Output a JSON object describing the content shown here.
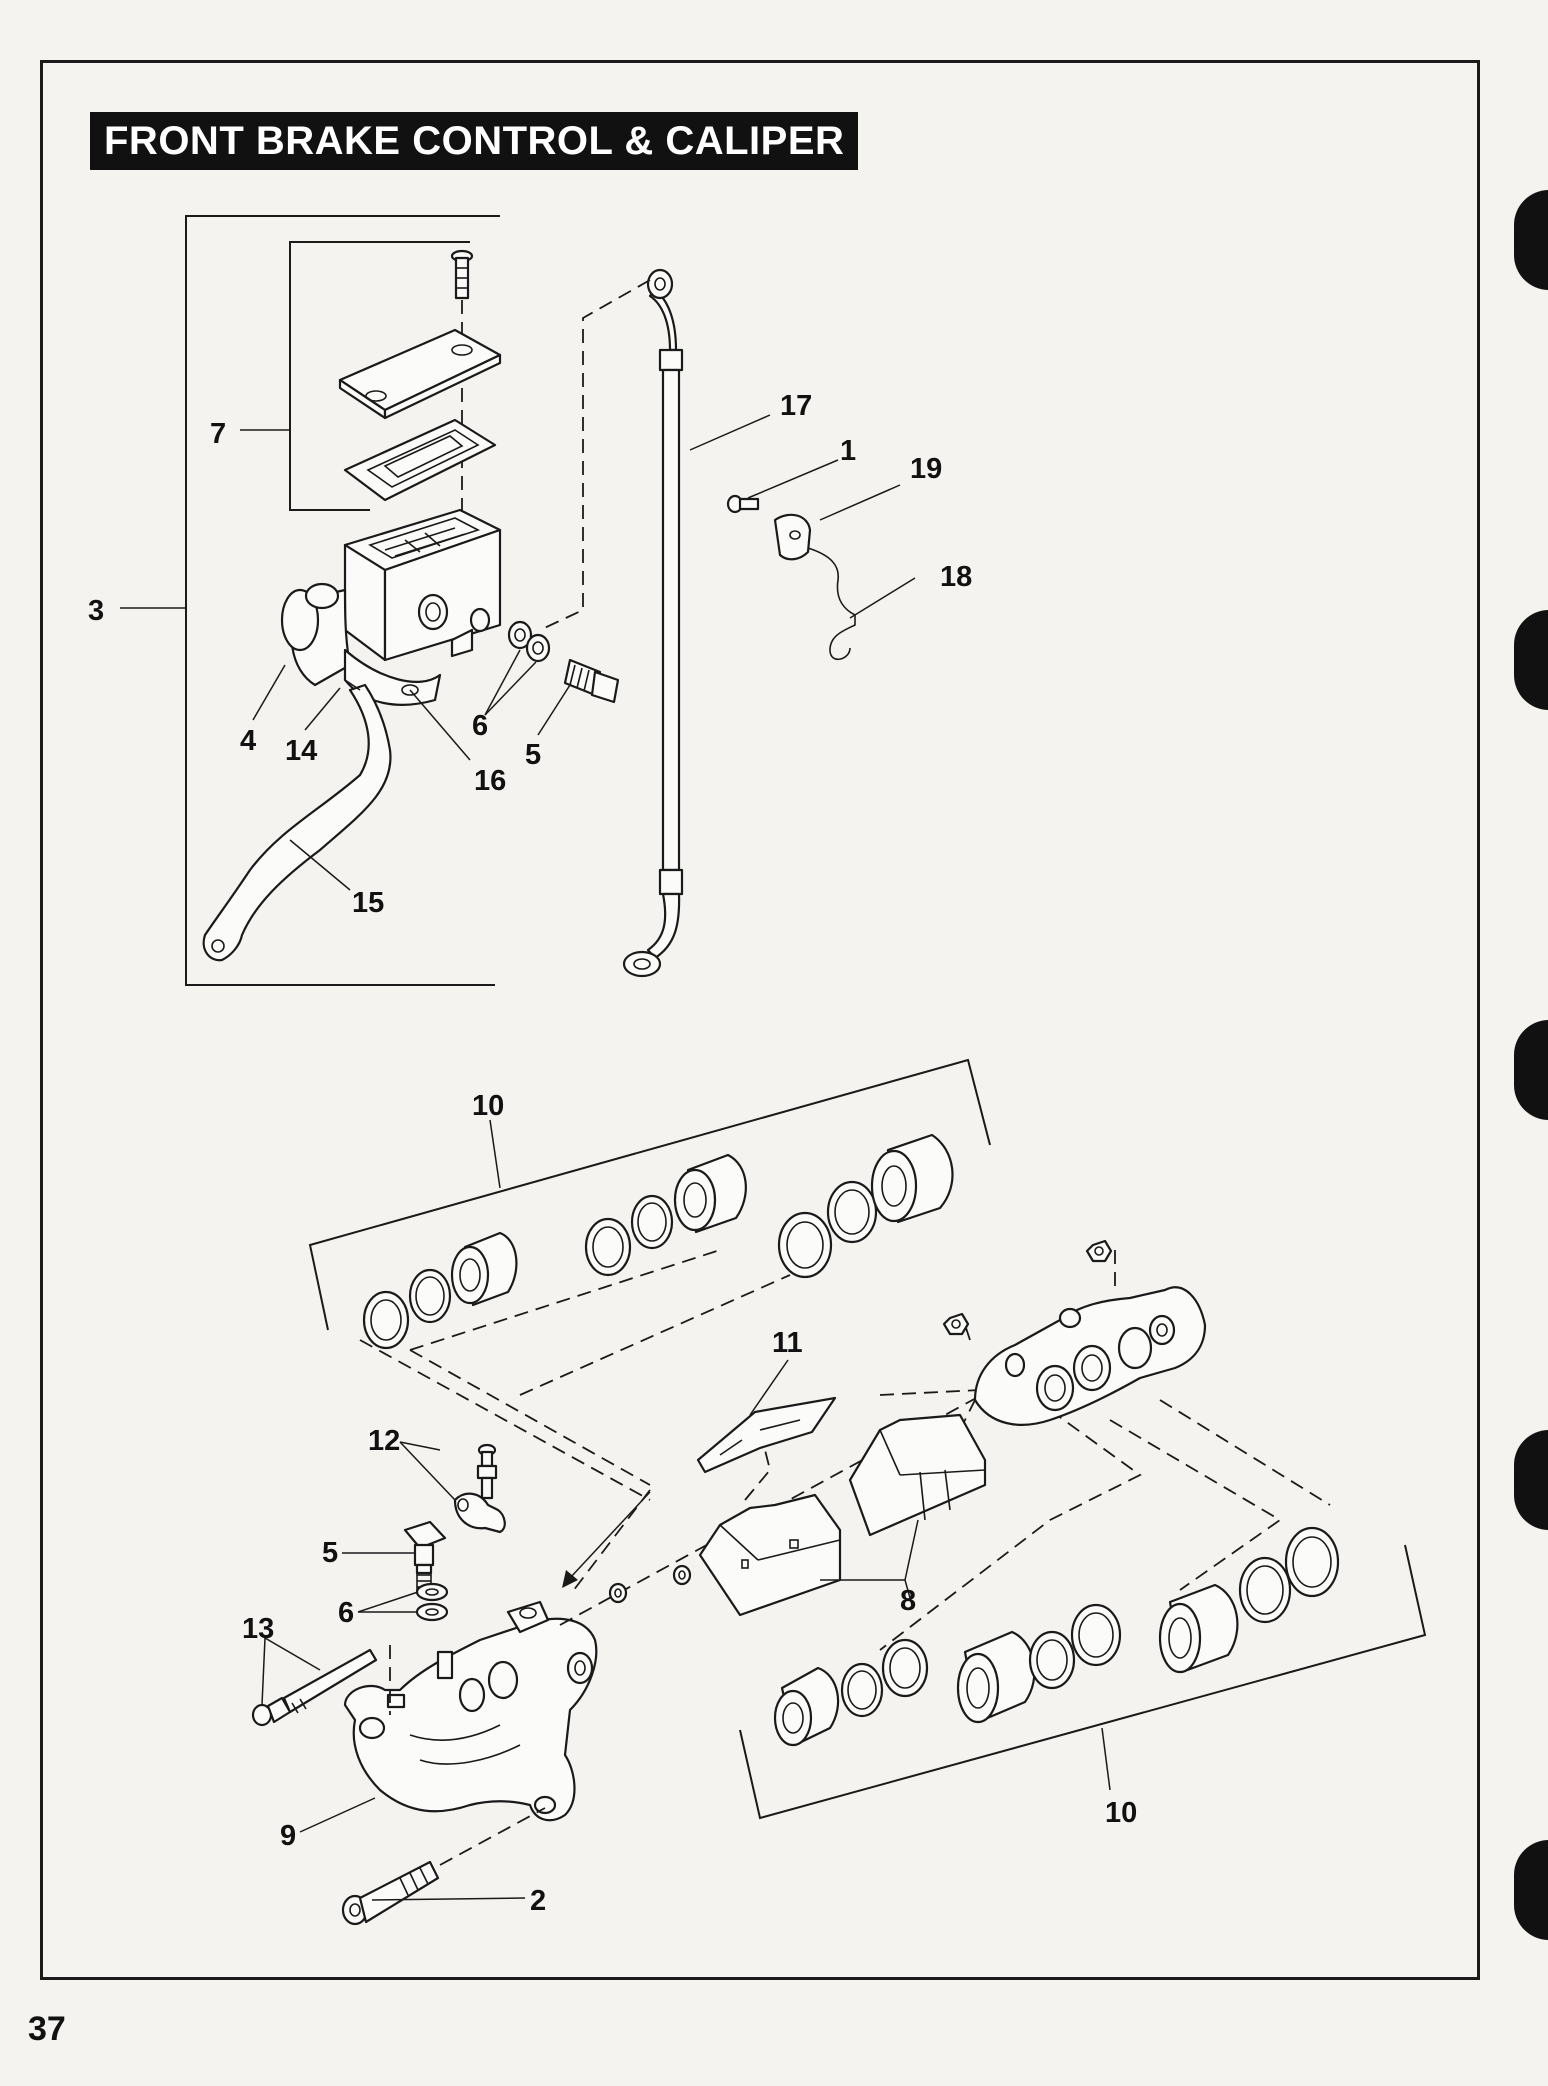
{
  "section_title": "FRONT BRAKE CONTROL & CALIPER",
  "page_number": "37",
  "callouts": {
    "c1": "1",
    "c2": "2",
    "c3": "3",
    "c4": "4",
    "c5a": "5",
    "c5b": "5",
    "c6a": "6",
    "c6b": "6",
    "c7": "7",
    "c8": "8",
    "c9": "9",
    "c10a": "10",
    "c10b": "10",
    "c11": "11",
    "c12": "12",
    "c13": "13",
    "c14": "14",
    "c15": "15",
    "c16": "16",
    "c17": "17",
    "c18": "18",
    "c19": "19"
  },
  "colors": {
    "ink": "#1a1a1a",
    "paper": "#f4f3f0",
    "title_bg": "#111111"
  }
}
